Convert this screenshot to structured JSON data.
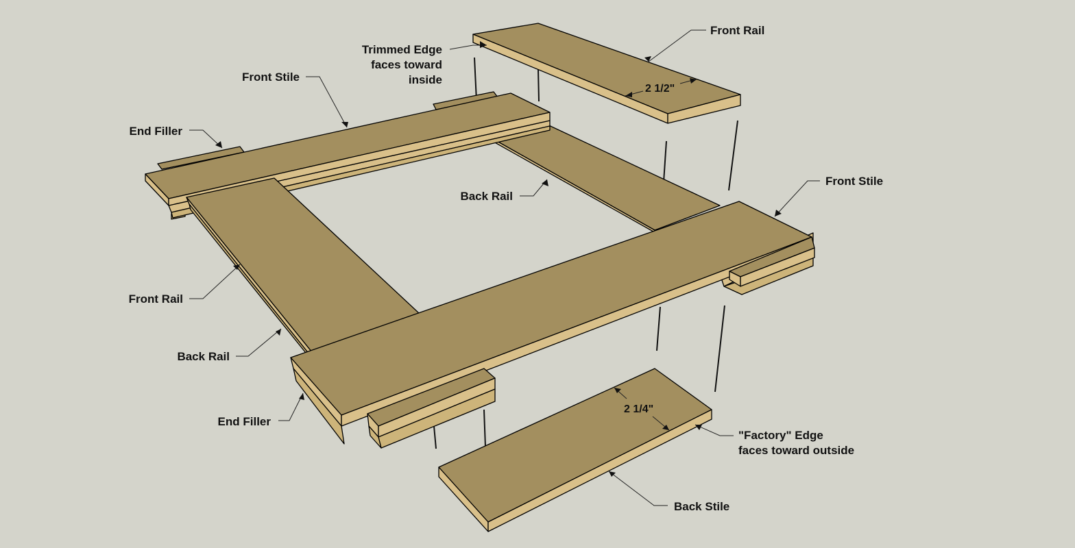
{
  "labels": {
    "front_rail_top": "Front Rail",
    "trimmed_edge_1": "Trimmed  Edge",
    "trimmed_edge_2": "faces toward",
    "trimmed_edge_3": "inside",
    "front_stile_top": "Front Stile",
    "end_filler_top": "End Filler",
    "back_rail_top": "Back Rail",
    "front_stile_right": "Front Stile",
    "front_rail_left": "Front Rail",
    "back_rail_left": "Back Rail",
    "end_filler_bottom": "End Filler",
    "factory_edge_1": "\"Factory\"  Edge",
    "factory_edge_2": "faces toward outside",
    "back_stile": "Back Stile"
  },
  "dimensions": {
    "rail_width": "2 1/2\"",
    "stile_width": "2 1/4\""
  },
  "colors": {
    "background": "#d4d4cb",
    "board_face": "#a38f5f",
    "board_edge": "#d9c08a"
  }
}
